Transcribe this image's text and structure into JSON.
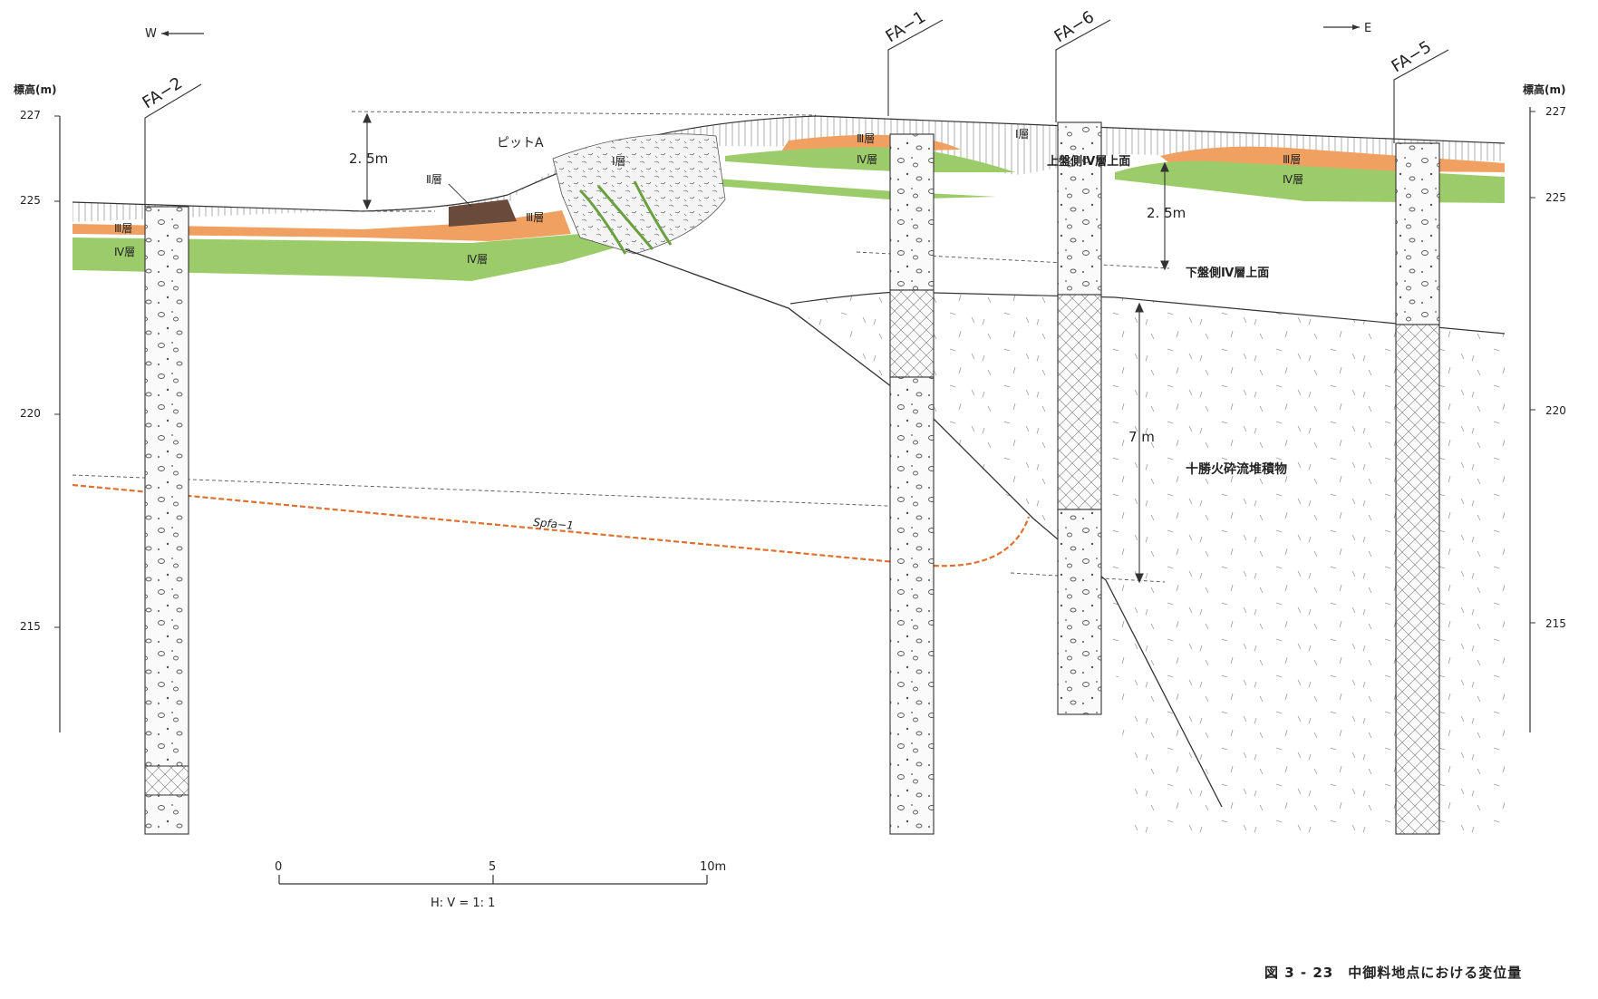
{
  "directions": {
    "west": "W",
    "east": "E"
  },
  "elevation_label": "標高(m)",
  "elevation_ticks": [
    "227",
    "225",
    "220",
    "215"
  ],
  "boreholes": [
    "FA−2",
    "FA−1",
    "FA−6",
    "FA−5"
  ],
  "layers": {
    "layer1": "Ⅰ層",
    "layer2": "Ⅱ層",
    "layer3": "Ⅲ層",
    "layer4": "Ⅳ層"
  },
  "annotations": {
    "pit": "ピットA",
    "displacement_upper": "2. 5m",
    "displacement_right": "2. 5m",
    "displacement_7m": "7 m",
    "hanging_wall_top": "上盤側Ⅳ層上面",
    "footwall_top": "下盤側Ⅳ層上面",
    "tokachi_flow": "十勝火砕流堆積物",
    "spfa": "Spfa−1"
  },
  "scale_bar": {
    "ticks": [
      "0",
      "5",
      "10m"
    ],
    "ratio": "H:  V =  1:  1"
  },
  "figure_caption": "図 3 - 23　中御料地点における変位量",
  "colors": {
    "orange": "#f0a060",
    "green": "#9ccc6a",
    "dark_orange": "#e07030",
    "line": "#333333"
  }
}
